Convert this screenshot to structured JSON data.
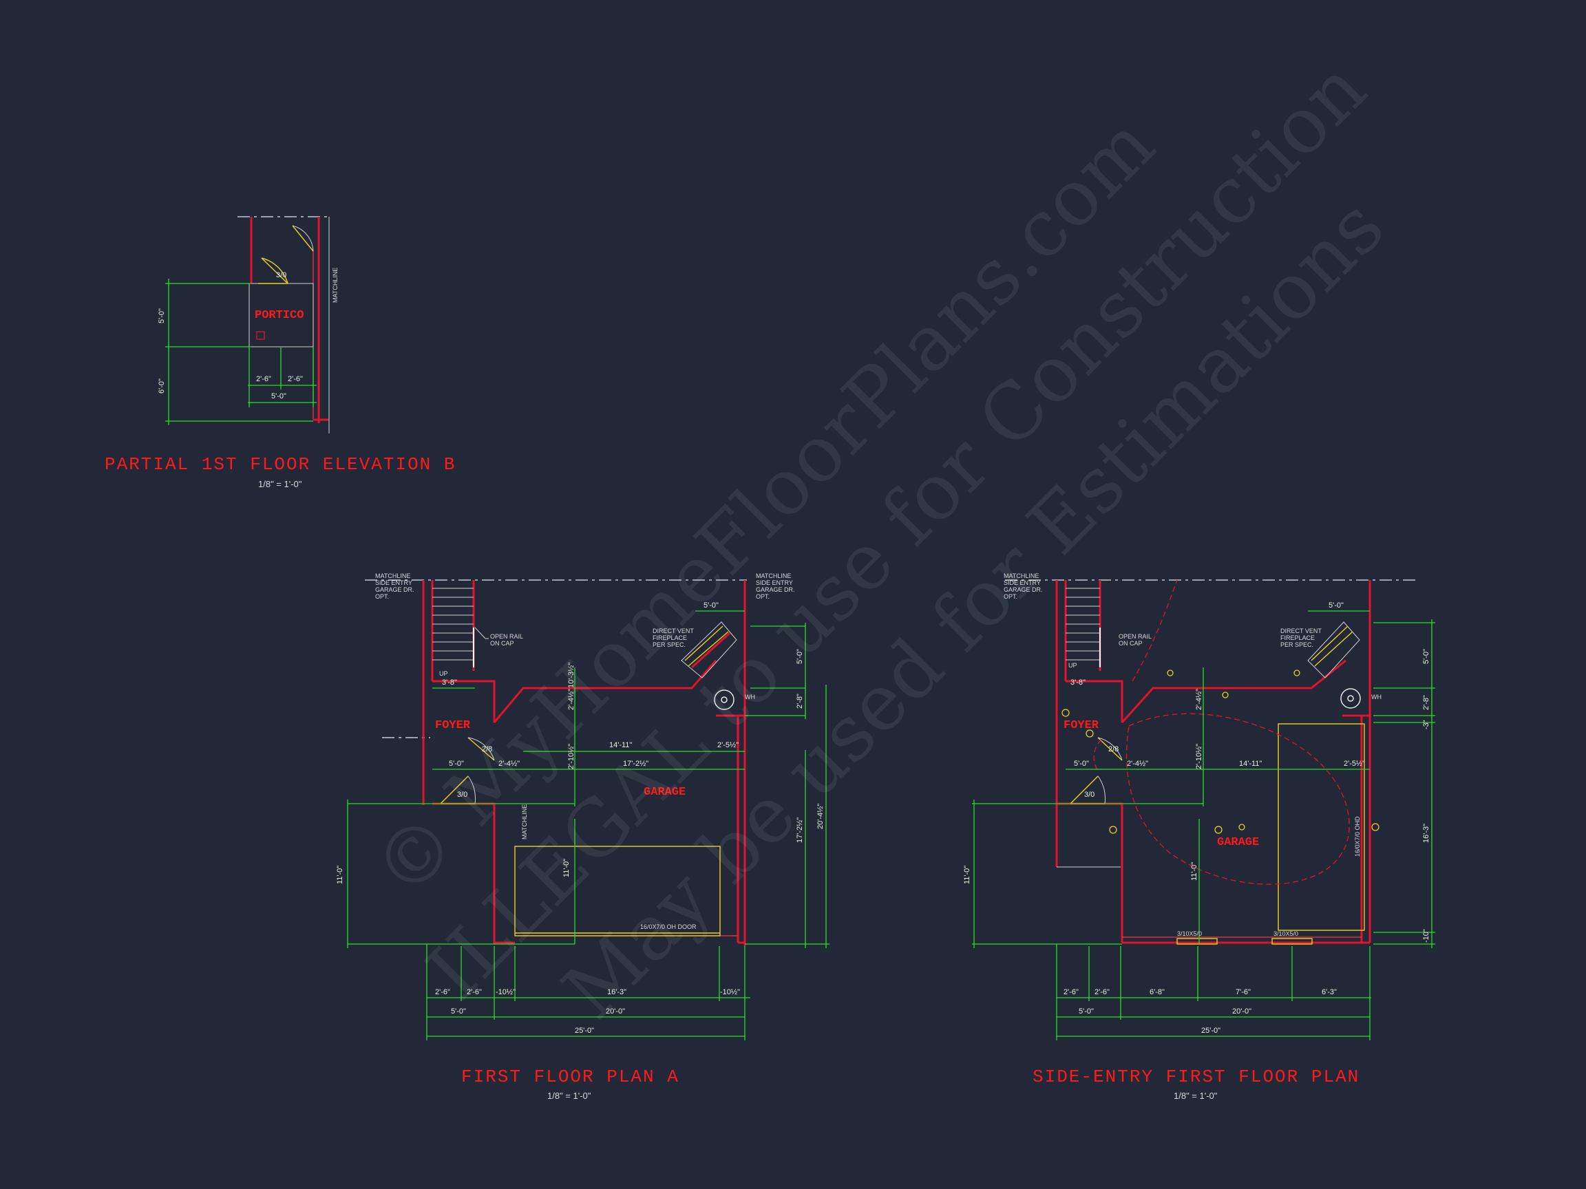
{
  "watermark": {
    "line1": "© MyHomeFloorPlans.com",
    "line2": "ILLEGAL to use for Construction",
    "line3": "May be used for Estimations"
  },
  "partial": {
    "title": "PARTIAL 1ST FLOOR ELEVATION B",
    "scale": "1/8\" = 1'-0\"",
    "room": "PORTICO",
    "door": "3/0",
    "matchline": "MATCHLINE",
    "dims": {
      "v1": "5'-0\"",
      "v2": "6'-0\"",
      "h1": "2'-6\"",
      "h2": "2'-6\"",
      "h3": "5'-0\""
    }
  },
  "planA": {
    "title": "FIRST FLOOR PLAN A",
    "scale": "1/8\" = 1'-0\"",
    "foyer": "FOYER",
    "garage": "GARAGE",
    "matchline_left": [
      "MATCHLINE",
      "SIDE ENTRY",
      "GARAGE DR.",
      "OPT."
    ],
    "matchline_right": [
      "MATCHLINE",
      "SIDE ENTRY",
      "GARAGE DR.",
      "OPT."
    ],
    "rail": [
      "OPEN RAIL",
      "ON CAP"
    ],
    "fireplace": [
      "DIRECT VENT",
      "FIREPLACE",
      "PER SPEC."
    ],
    "up": "UP",
    "stair_w": "3'-8\"",
    "door1": "2/8",
    "door2": "3/0",
    "garage_door": "16/0X7/0 OH DOOR",
    "matchline_v": "MATCHLINE",
    "wh": "WH",
    "dims": {
      "top": "5'-0\"",
      "r1": "5'-0\"",
      "r2": "2'-8\"",
      "r3": "17'-2½\"",
      "r4": "20'-4½\"",
      "v1": "10'-3½\"",
      "v2": "2'-4½\"",
      "v3": "2'-10½\"",
      "v4": "11'-0\"",
      "v5": "11'-0\"",
      "h1": "14'-11\"",
      "h2": "17'-2½\"",
      "h3": "2'-5½\"",
      "h4": "5'-0\"",
      "h5": "2'-4½\"",
      "b1": "2'-6\"",
      "b2": "2'-6\"",
      "b3": "-10½\"",
      "b4": "16'-3\"",
      "b5": "-10½\"",
      "b6": "5'-0\"",
      "b7": "20'-0\"",
      "b8": "25'-0\""
    }
  },
  "planSide": {
    "title": "SIDE-ENTRY FIRST FLOOR PLAN",
    "scale": "1/8\" = 1'-0\"",
    "foyer": "FOYER",
    "garage": "GARAGE",
    "matchline_left": [
      "MATCHLINE",
      "SIDE ENTRY",
      "GARAGE DR.",
      "OPT."
    ],
    "rail": [
      "OPEN RAIL",
      "ON CAP"
    ],
    "fireplace": [
      "DIRECT VENT",
      "FIREPLACE",
      "PER SPEC."
    ],
    "up": "UP",
    "stair_w": "3'-8\"",
    "door1": "2/8",
    "door2": "3/0",
    "win1": "3/10X5/0",
    "win2": "3/10X5/0",
    "garage_door": "16/0X7/0 OHD",
    "wh": "WH",
    "dims": {
      "top": "5'-0\"",
      "r1": "5'-0\"",
      "r2": "2'-8\"",
      "r3": "16'-3\"",
      "r4": "-10\"",
      "r5": "-3\"",
      "v1": "2'-4½\"",
      "v2": "2'-10½\"",
      "v3": "11'-0\"",
      "v4": "11'-0\"",
      "h1": "14'-11\"",
      "h2": "2'-5½\"",
      "h3": "2'-4½\"",
      "h4": "5'-0\"",
      "b1": "2'-6\"",
      "b2": "2'-6\"",
      "b3": "6'-8\"",
      "b4": "7'-6\"",
      "b5": "6'-3\"",
      "b6": "5'-0\"",
      "b7": "20'-0\"",
      "b8": "25'-0\""
    }
  }
}
